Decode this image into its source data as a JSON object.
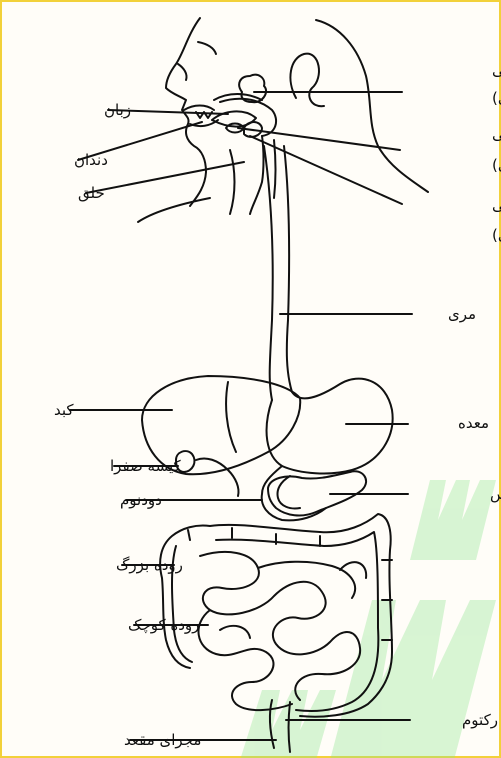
{
  "labels": {
    "parotid_line1": "غدهٔ بزاقی",
    "parotid_line2": "(بناگوشی)",
    "sublingual_line1": "غدهٔ بزاقی",
    "sublingual_line2": "(زیر زبانی)",
    "submandibular_line1": "غدهٔ بزاقی",
    "submandibular_line2": "(زیرفکی)",
    "esophagus": "مری",
    "stomach": "معده",
    "pancreas": "پانکراس",
    "rectum": "رکتوم",
    "tongue": "زبان",
    "teeth": "دندان",
    "pharynx": "حلق",
    "liver": "کبد",
    "gallbladder": "کیسه صفرا",
    "duodenum": "دودنوم",
    "large_intestine": "روده بزرگ",
    "small_intestine": "روده کوچک",
    "anus": "مجرای مقعد"
  },
  "colors": {
    "border": "#f2d13a",
    "ink": "#111111",
    "watermark": "#8fe58f"
  }
}
